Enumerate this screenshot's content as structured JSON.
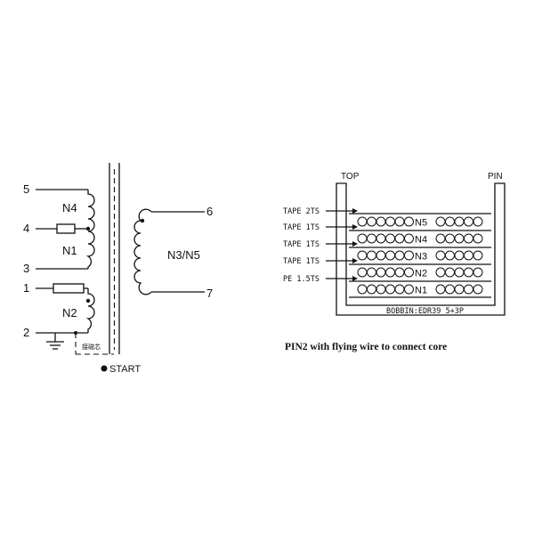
{
  "schematic": {
    "pins": {
      "p5": "5",
      "p4": "4",
      "p3": "3",
      "p1": "1",
      "p2": "2",
      "p6": "6",
      "p7": "7"
    },
    "windings": {
      "n4": "N4",
      "n1": "N1",
      "n2": "N2",
      "n3n5": "N3/N5"
    },
    "core_note": "接磁芯",
    "start_label": "START"
  },
  "construction": {
    "top_label": "TOP",
    "pin_label": "PIN",
    "tapes": [
      "TAPE 2TS",
      "TAPE 1TS",
      "TAPE 1TS",
      "TAPE 1TS",
      "PE 1.5TS"
    ],
    "layers": [
      "N5",
      "N4",
      "N3",
      "N2",
      "N1"
    ],
    "bobbin": "BOBBIN:EDR39 5+3P",
    "caption": "PIN2 with flying wire to connect core"
  },
  "colors": {
    "ink": "#111111",
    "background": "#ffffff"
  }
}
